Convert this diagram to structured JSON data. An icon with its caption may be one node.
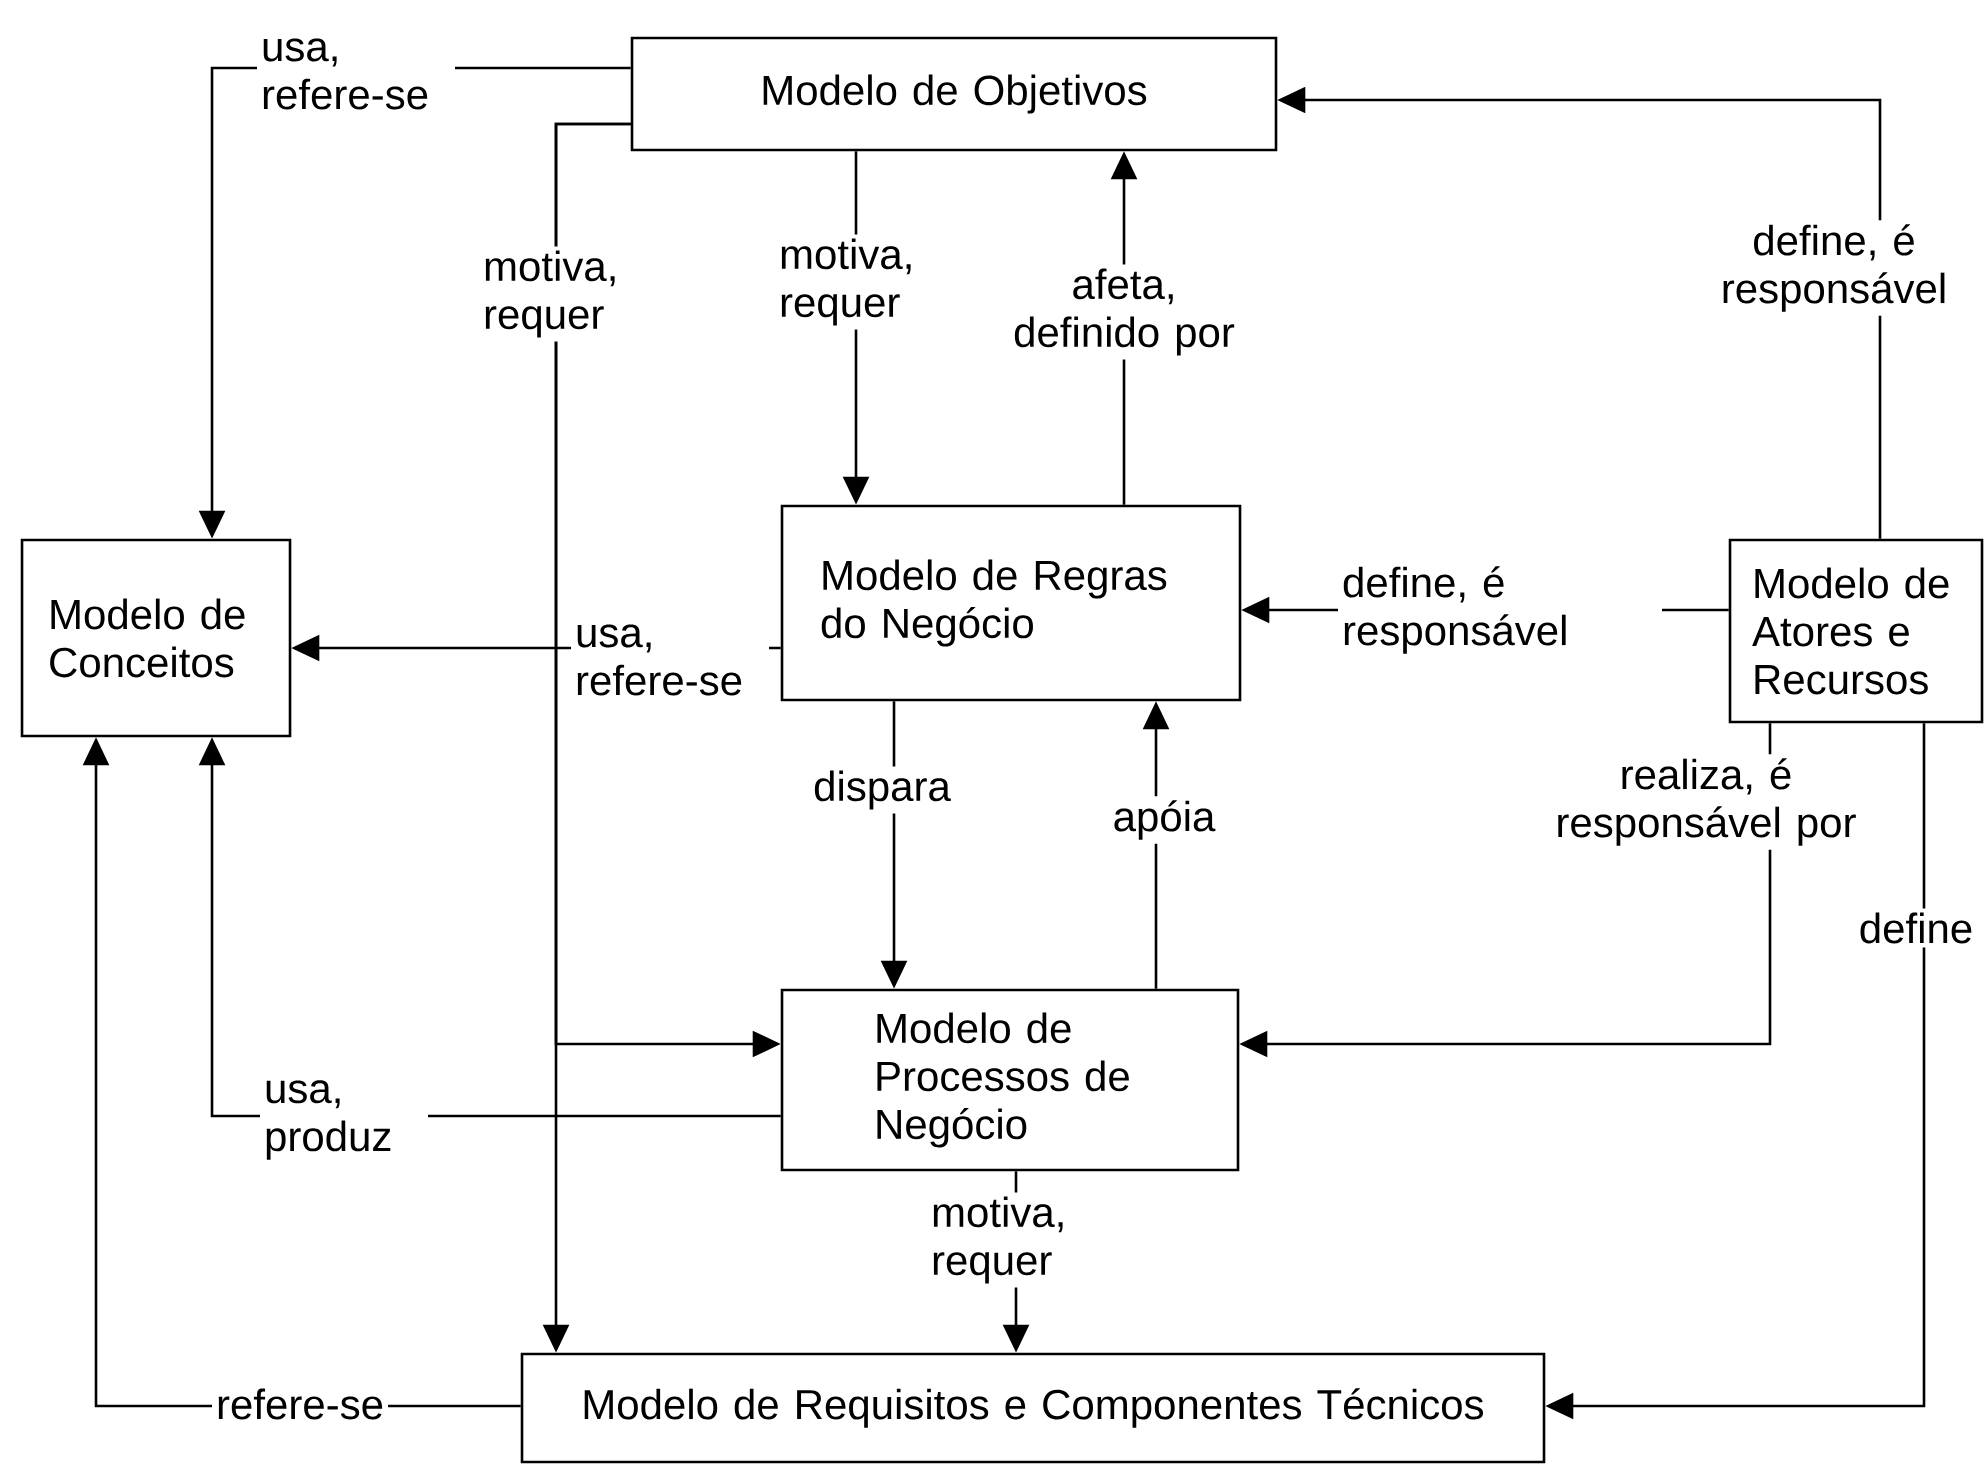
{
  "diagram": {
    "nodes": [
      {
        "text": [
          "Modelo de Objetivos"
        ]
      },
      {
        "text": [
          "Modelo de Conceitos"
        ]
      },
      {
        "text": [
          "Modelo de Regras do Negócio"
        ]
      },
      {
        "text": [
          "Modelo de Atores e Recursos"
        ]
      },
      {
        "text": [
          "Modelo de Processos de Negócio"
        ]
      },
      {
        "text": [
          "Modelo de Requisitos e Componentes Técnicos"
        ]
      }
    ],
    "edges": [
      {
        "from": 0,
        "to": 1,
        "arrow": "to",
        "label": "usa, refere-se"
      },
      {
        "from": 0,
        "to": 5,
        "arrow": "to",
        "label": "motiva, requer"
      },
      {
        "from": 0,
        "to": 4,
        "arrow": "to"
      },
      {
        "from": 0,
        "to": 2,
        "arrow": "to",
        "label": "motiva, requer"
      },
      {
        "from": 2,
        "to": 0,
        "arrow": "to",
        "label": "afeta, definido por"
      },
      {
        "from": 3,
        "to": 0,
        "arrow": "to",
        "label": "define, é responsável"
      },
      {
        "from": 2,
        "to": 1,
        "arrow": "to",
        "label": "usa, refere-se"
      },
      {
        "from": 3,
        "to": 2,
        "arrow": "to",
        "label": "define, é responsável"
      },
      {
        "from": 2,
        "to": 4,
        "arrow": "to",
        "label": "dispara"
      },
      {
        "from": 4,
        "to": 2,
        "arrow": "to",
        "label": "apóia"
      },
      {
        "from": 3,
        "to": 4,
        "arrow": "to",
        "label": "realiza, é responsável por"
      },
      {
        "from": 3,
        "to": 5,
        "arrow": "to",
        "label": "define"
      },
      {
        "from": 4,
        "to": 1,
        "arrow": "to",
        "label": "usa, produz"
      },
      {
        "from": 4,
        "to": 5,
        "arrow": "to",
        "label": "motiva, requer"
      },
      {
        "from": 5,
        "to": 1,
        "arrow": "to",
        "label": "refere-se"
      }
    ]
  }
}
